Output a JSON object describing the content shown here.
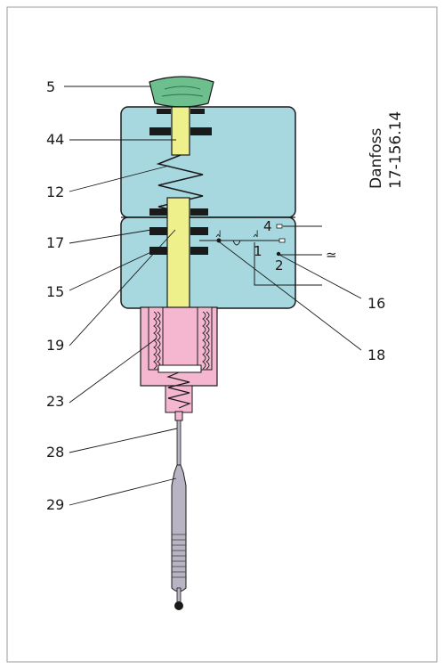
{
  "diagram": {
    "brand": "Danfoss",
    "code": "17-156.14",
    "callouts": {
      "c5": "5",
      "c44": "44",
      "c12": "12",
      "c17": "17",
      "c15": "15",
      "c19": "19",
      "c23": "23",
      "c28": "28",
      "c29": "29",
      "c16": "16",
      "c18": "18"
    },
    "terminals": {
      "t4": "4",
      "t1": "1",
      "t2": "2",
      "ac_symbol": "≃"
    },
    "colors": {
      "housing": "#a7d8df",
      "spindle": "#eef08c",
      "knob": "#6dbf8e",
      "bellows": "#f4b7cf",
      "bulb": "#b9b4c4",
      "blocks": "#1a1a1a"
    }
  }
}
